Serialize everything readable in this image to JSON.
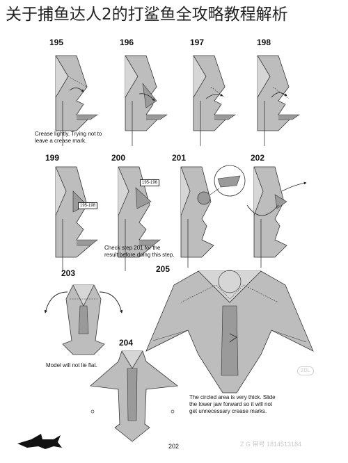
{
  "title": "关于捕鱼达人2的打鲨鱼全攻略教程解析",
  "steps": {
    "s195": "195",
    "s196": "196",
    "s197": "197",
    "s198": "198",
    "s199": "199",
    "s200": "200",
    "s201": "201",
    "s202": "202",
    "s203": "203",
    "s204": "204",
    "s205": "205"
  },
  "notes": {
    "crease_line1": "Crease lightly. Trying not to",
    "crease_line2": "leave a crease mark.",
    "check_line1": "Check step 201 for the",
    "check_line2": "result before doing this step.",
    "model_flat": "Model will not lie flat.",
    "circled_line1": "The circled area is very thick. Slide",
    "circled_line2": "the lower jaw forward so it will not",
    "circled_line3": "get unnecessary crease marks."
  },
  "refs": {
    "r199": "195-198",
    "r200": "195-196"
  },
  "page_number": "202",
  "watermark": {
    "badge": "ZOL",
    "text": "Z G 带号 1814513184"
  },
  "colors": {
    "paper_gray": "#b8b8b8",
    "dark_gray": "#8c8c8c",
    "line": "#333333"
  }
}
